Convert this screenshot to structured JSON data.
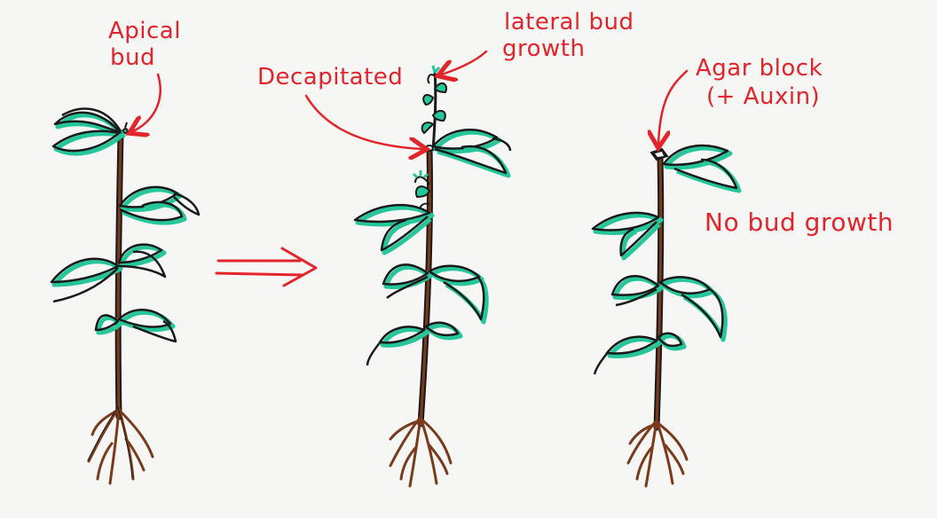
{
  "labels": {
    "apical_bud_line1": "Apical",
    "apical_bud_line2": "bud",
    "decapitated": "Decapitated",
    "lateral_bud_line1": "lateral bud",
    "lateral_bud_line2": "growth",
    "agar_block_line1": "Agar block",
    "agar_block_line2": "(+ Auxin)",
    "no_bud_growth": "No bud growth"
  },
  "colors": {
    "annotation": "#e3242b",
    "stem_outline": "#1a1a1a",
    "stem_fill": "#6b3a22",
    "leaf_shadow": "#25c79a",
    "root": "#7a3b1c",
    "background": "#f6f6f4"
  }
}
